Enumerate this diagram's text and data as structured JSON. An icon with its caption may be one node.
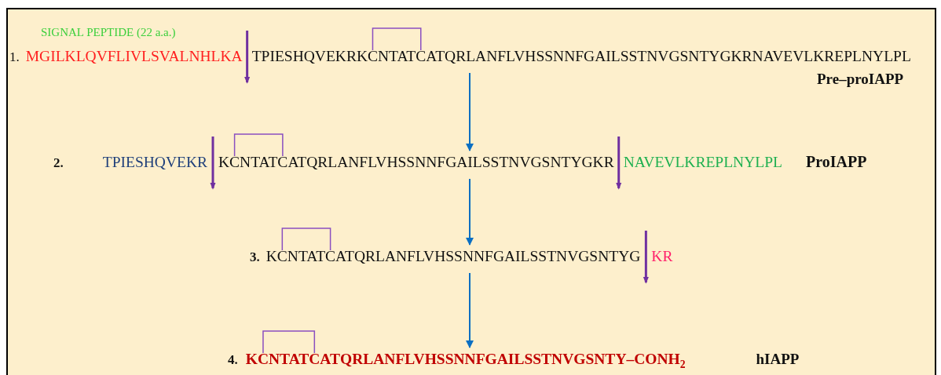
{
  "diagram": {
    "nodes": [
      {
        "text": [
          "MGILKLQVFLIVLSVALNHLKA"
        ]
      },
      {
        "text": [
          "TPIESHQVEKRKCNTATCATQRLANFLVHSSNNFGAILSSTNVGSNTYGKRNAVEVLKREPLNYLPL"
        ]
      },
      {
        "text": [
          "TPIESHQVEKR"
        ]
      },
      {
        "text": [
          "KCNTATCATQRLANFLVHSSNNFGAILSSTNVGSNTYGKR"
        ]
      },
      {
        "text": [
          "NAVEVLKREPLNYLPL"
        ]
      },
      {
        "text": [
          "KCNTATCATQRLANFLVHSSNNFGAILSSTNVGSNTYG"
        ]
      },
      {
        "text": [
          "KR"
        ]
      },
      {
        "text": [
          "KCNTATCATQRLANFLVHSSNNFGAILSSTNVGSNTY–CONH$_{2}$"
        ]
      }
    ],
    "edges": [
      {
        "from": 1,
        "to": 3,
        "arrow": "to"
      },
      {
        "from": 3,
        "to": 5,
        "arrow": "to"
      },
      {
        "from": 5,
        "to": 7,
        "arrow": "to"
      }
    ],
    "labels": [
      "SIGNAL PEPTIDE (22 a.a.)",
      "1.",
      "Pre–proIAPP",
      "2.",
      "ProIAPP",
      "3.",
      "4.",
      "hIAPP"
    ]
  }
}
